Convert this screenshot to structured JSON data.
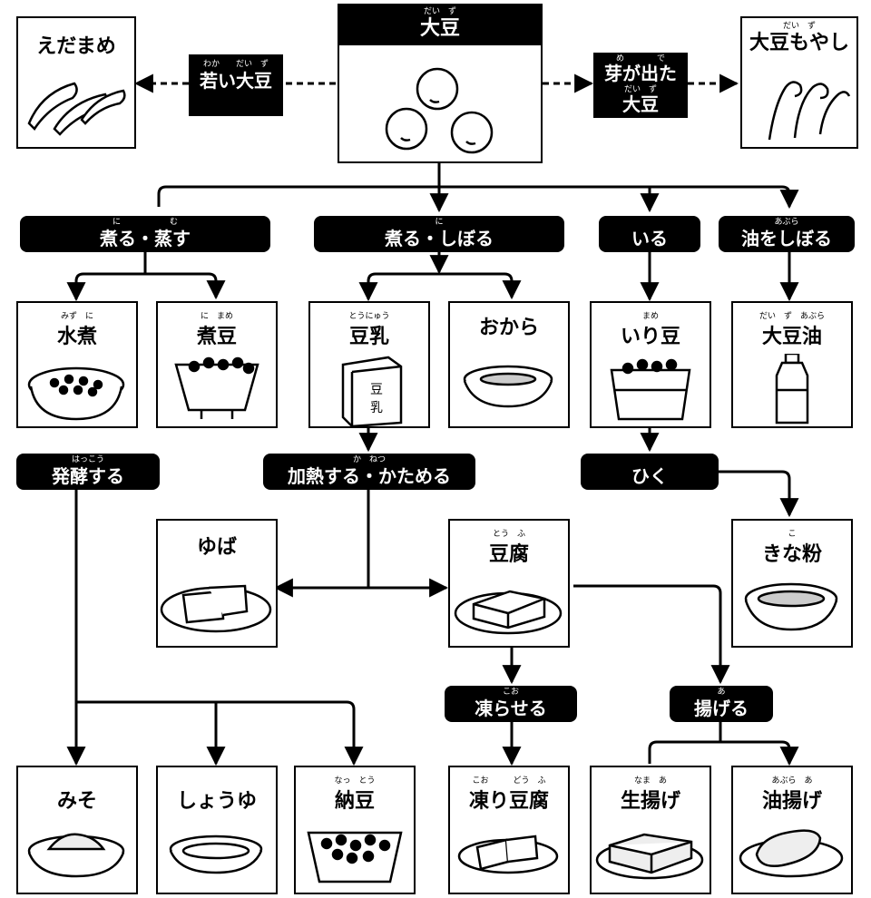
{
  "root": {
    "name": "大豆",
    "ruby": "だい　ず"
  },
  "young": {
    "name": "若い大豆",
    "ruby": "わか　　だい　ず"
  },
  "sprout": {
    "name1": "芽が出た",
    "ruby1": "め　　　　で",
    "name2": "大豆",
    "ruby2": "だい　ず"
  },
  "products": {
    "edamame": {
      "name": "えだまめ",
      "ruby": ""
    },
    "moyashi": {
      "name": "大豆もやし",
      "ruby": "だい　ず"
    },
    "mizuni": {
      "name": "水煮",
      "ruby": "みず　に"
    },
    "nimame": {
      "name": "煮豆",
      "ruby": "に　まめ"
    },
    "tonyu": {
      "name": "豆乳",
      "ruby": "とうにゅう"
    },
    "okara": {
      "name": "おから",
      "ruby": ""
    },
    "irimame": {
      "name": "いり豆",
      "ruby": "まめ"
    },
    "daizuyu": {
      "name": "大豆油",
      "ruby": "だい　ず　あぶら"
    },
    "yuba": {
      "name": "ゆば",
      "ruby": ""
    },
    "tofu": {
      "name": "豆腐",
      "ruby": "とう　ふ"
    },
    "kinako": {
      "name": "きな粉",
      "ruby": "こ"
    },
    "miso": {
      "name": "みそ",
      "ruby": ""
    },
    "shoyu": {
      "name": "しょうゆ",
      "ruby": ""
    },
    "natto": {
      "name": "納豆",
      "ruby": "なっ　とう"
    },
    "koridofu": {
      "name": "凍り豆腐",
      "ruby": "こお　　　どう　ふ"
    },
    "namaage": {
      "name": "生揚げ",
      "ruby": "なま　あ"
    },
    "aburaage": {
      "name": "油揚げ",
      "ruby": "あぶら　あ"
    }
  },
  "processes": {
    "niru_musu": {
      "name": "煮る・蒸す",
      "ruby": "に　　　　　　む"
    },
    "niru_shiboru": {
      "name": "煮る・しぼる",
      "ruby": "に"
    },
    "iru": {
      "name": "いる",
      "ruby": ""
    },
    "abura_shiboru": {
      "name": "油をしぼる",
      "ruby": "あぶら"
    },
    "hakko": {
      "name": "発酵する",
      "ruby": "はっこう"
    },
    "kanetsu": {
      "name": "加熱する・かためる",
      "ruby": "か　ねつ"
    },
    "hiku": {
      "name": "ひく",
      "ruby": ""
    },
    "koraseru": {
      "name": "凍らせる",
      "ruby": "こお"
    },
    "ageru": {
      "name": "揚げる",
      "ruby": "あ"
    }
  },
  "banner": {
    "tofu_kanji": [
      "豆",
      "乳"
    ]
  }
}
